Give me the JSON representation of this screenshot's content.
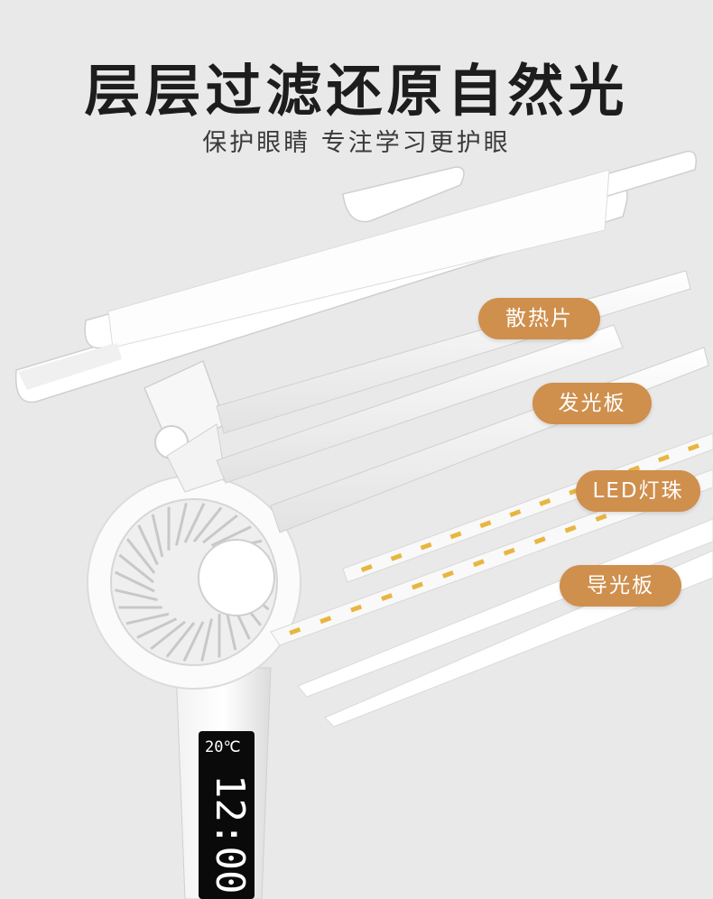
{
  "headline": "层层过滤还原自然光",
  "subhead": "保护眼睛 专注学习更护眼",
  "labels": {
    "heat_sink": "散热片",
    "light_panel": "发光板",
    "led_beads": "LED灯珠",
    "light_guide": "导光板"
  },
  "display": {
    "temperature": "20℃",
    "time": "12:00"
  },
  "colors": {
    "background": "#e9e9e9",
    "tag": "#cf8f4d",
    "headline": "#1d1d1d",
    "lamp_white": "#ffffff",
    "led_yellow": "#e8b640",
    "display": "#0a0a0a"
  }
}
